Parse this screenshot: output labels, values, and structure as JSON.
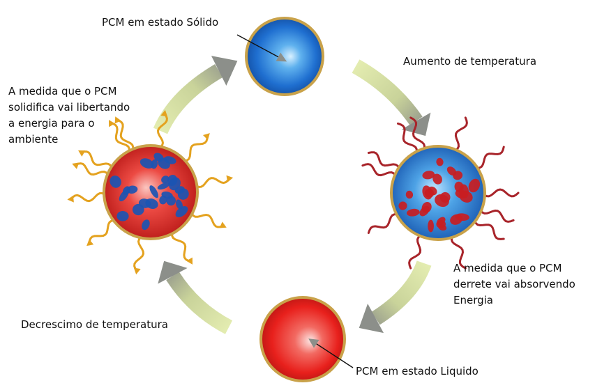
{
  "labels": {
    "solid_state": "PCM em estado Sólido",
    "temp_increase": "Aumento de temperatura",
    "melting_lines": [
      "A medida que o PCM",
      "derrete vai absorvendo",
      "Energia"
    ],
    "liquid_state": "PCM em estado Liquido",
    "temp_decrease": "Decrescimo de temperatura",
    "solidifying_lines": [
      "A medida que o PCM",
      "solidifica vai libertando",
      "a energia para o",
      "ambiente"
    ]
  },
  "colors": {
    "solid_blue": "#1f6fd0",
    "liquid_red": "#e8201c",
    "sphere_border": "#c9a24a",
    "arrow_green": "#e3ecb0",
    "arrow_gray": "#8c8f8a",
    "wave_red": "#a8242a",
    "wave_yellow": "#e4a21f"
  }
}
